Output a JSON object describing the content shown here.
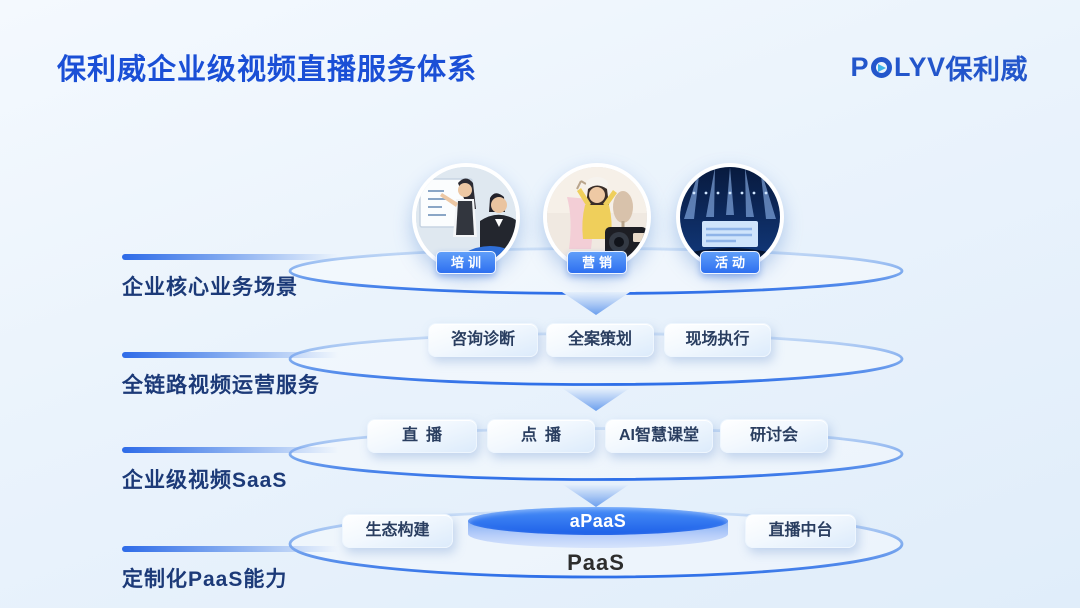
{
  "title": "保利威企业级视频直播服务体系",
  "logo": {
    "latin_before_o": "P",
    "latin_after_o": "LYV",
    "cn": "保利威"
  },
  "rows": {
    "scenes": {
      "label": "企业核心业务场景",
      "items": [
        {
          "name": "培训",
          "photo": "training-whiteboard-photo"
        },
        {
          "name": "营销",
          "photo": "marketing-livestream-photo"
        },
        {
          "name": "活动",
          "photo": "event-stage-photo"
        }
      ]
    },
    "operations": {
      "label": "全链路视频运营服务",
      "items": [
        "咨询诊断",
        "全案策划",
        "现场执行"
      ]
    },
    "saas": {
      "label": "企业级视频SaaS",
      "items": [
        "直播",
        "点播",
        "AI智慧课堂",
        "研讨会"
      ]
    },
    "paas": {
      "label": "定制化PaaS能力",
      "left_item": "生态构建",
      "apaas": "aPaaS",
      "right_item": "直播中台",
      "base": "PaaS"
    }
  },
  "colors": {
    "title_blue": "#1a4fd6",
    "accent_blue": "#2e6fe8",
    "label_navy": "#1c3a78",
    "chip_blue": "#2d6ff0",
    "apaas_top_blue": "#1d60e8",
    "background_light": "#eaf3fc"
  }
}
